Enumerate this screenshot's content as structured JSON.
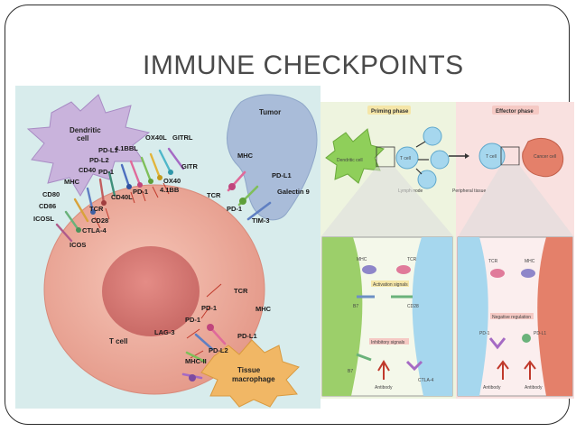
{
  "slide": {
    "title": "IMMUNE CHECKPOINTS"
  },
  "left_figure": {
    "cells": {
      "dendritic": "Dendritic cell",
      "dendritic_l1": "Dendritic",
      "dendritic_l2": "cell",
      "tumor": "Tumor",
      "tcell": "T cell",
      "macrophage_l1": "Tissue",
      "macrophage_l2": "macrophage"
    },
    "labels": {
      "ox40l": "OX40L",
      "gitrl": "GITRL",
      "pdl1": "PD-L1",
      "pdl1b": "PD-L1",
      "pdl1c": "PD-L1",
      "bb41l": "4.1BBL",
      "pdl2": "PD-L2",
      "pdl2b": "PD-L2",
      "cd40": "CD40",
      "mhc": "MHC",
      "mhc_tumor": "MHC",
      "mhc_mac": "MHC",
      "mhcii": "MHC-II",
      "gitr": "GITR",
      "ox40": "OX40",
      "bb41": "4.1BB",
      "pd1": "PD-1",
      "pd1b": "PD-1",
      "pd1c": "PD-1",
      "pd1d": "PD-1",
      "cd40l": "CD40L",
      "tcr": "TCR",
      "tcr_tumor": "TCR",
      "tcr_mac": "TCR",
      "cd80": "CD80",
      "cd86": "CD86",
      "cd28": "CD28",
      "ctla4": "CTLA-4",
      "icosl": "ICOSL",
      "icos": "ICOS",
      "galectin9": "Galectin 9",
      "tim3": "TIM-3",
      "lag3": "LAG-3"
    }
  },
  "right_figure": {
    "phases": {
      "priming": "Priming phase",
      "effector": "Effector phase"
    },
    "top": {
      "dendritic": "Dendritic cell",
      "tcell": "T cell",
      "tcell2": "T cell",
      "lymph": "Lymph node",
      "peripheral": "Peripheral tissue",
      "cancer": "Cancer cell"
    },
    "bottom_left": {
      "mhc": "MHC",
      "tcr": "TCR",
      "activation": "Activation signals",
      "b7": "B7",
      "cd28": "CD28",
      "inhibitory": "Inhibitory signals",
      "b7b": "B7",
      "antibody": "Antibody",
      "ctla4": "CTLA-4"
    },
    "bottom_right": {
      "tcr": "TCR",
      "mhc": "MHC",
      "negative": "Negative regulation",
      "pd1": "PD-1",
      "pdl1": "PD-L1",
      "antibody1": "Antibody",
      "antibody2": "Antibody"
    }
  }
}
